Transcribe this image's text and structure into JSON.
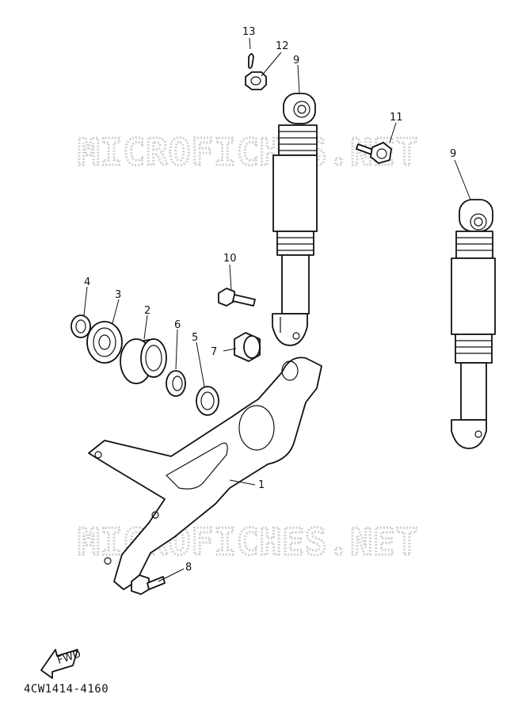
{
  "watermark": "MICROFICHES.NET",
  "diagram_code": "4CW1414-4160",
  "fwd_label": "FWD",
  "callouts": {
    "c1": "1",
    "c2": "2",
    "c3": "3",
    "c4": "4",
    "c5": "5",
    "c6": "6",
    "c7": "7",
    "c8": "8",
    "c9a": "9",
    "c9b": "9",
    "c10": "10",
    "c11": "11",
    "c12": "12",
    "c13": "13"
  }
}
